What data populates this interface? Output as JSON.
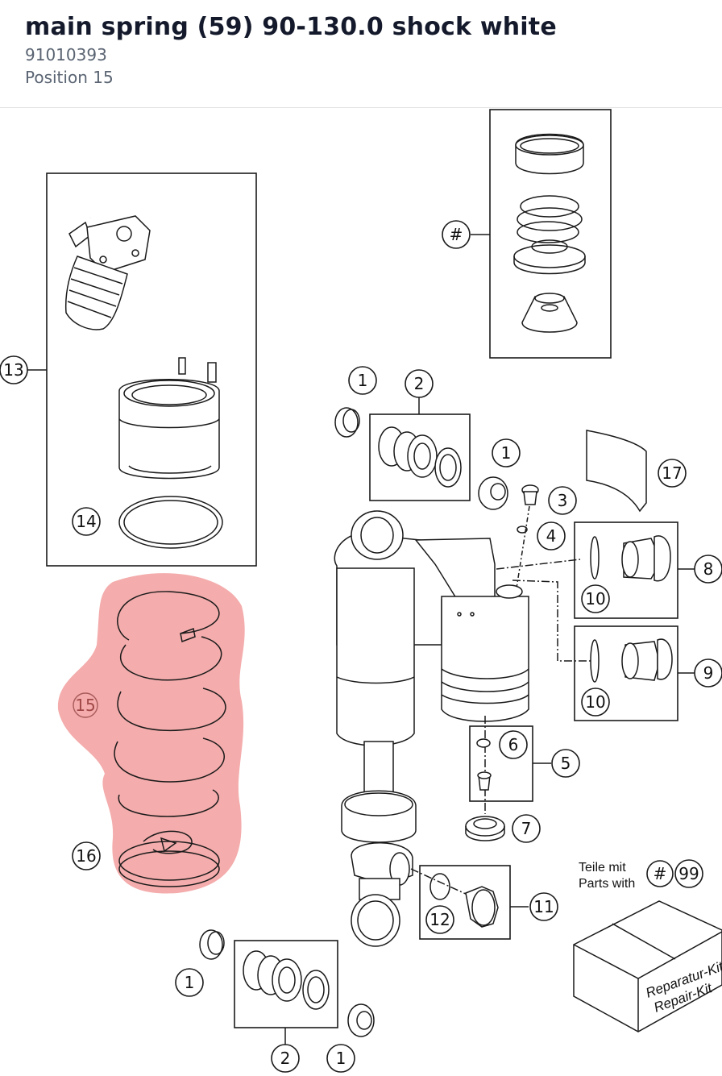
{
  "header": {
    "title": "main spring (59) 90-130.0 shock white",
    "part_number": "91010393",
    "position": "Position 15"
  },
  "highlight_color": "#f08c8c",
  "callouts": {
    "c1": "1",
    "c2": "2",
    "c3": "3",
    "c4": "4",
    "c5": "5",
    "c6": "6",
    "c7": "7",
    "c8": "8",
    "c9": "9",
    "c10": "10",
    "c11": "11",
    "c12": "12",
    "c13": "13",
    "c14": "14",
    "c15": "15",
    "c16": "16",
    "c17": "17",
    "hash": "#",
    "c99": "99"
  },
  "note": {
    "line1": "Teile mit",
    "line2": "Parts with"
  },
  "kit_box": {
    "line1": "Reparatur-Kit",
    "line2": "Repair-Kit"
  }
}
